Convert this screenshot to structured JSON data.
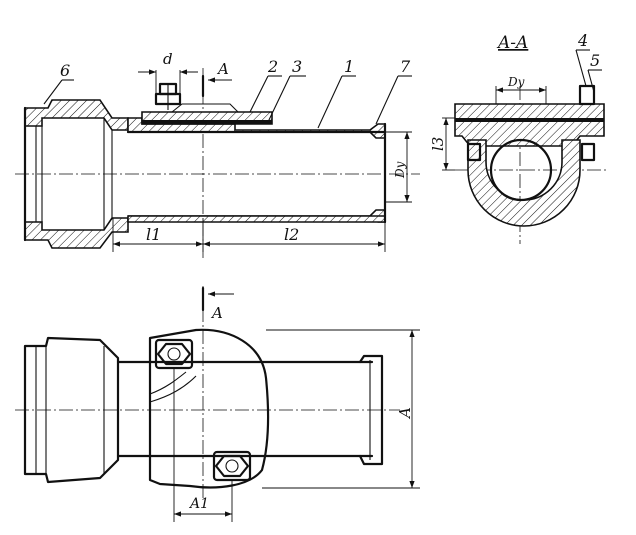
{
  "labels": {
    "section_title": "A-A",
    "section_mark": "A",
    "dim_d": "d",
    "dim_dy": "Dy",
    "dim_l1": "l1",
    "dim_l2": "l2",
    "dim_l3": "l3",
    "dim_A": "A",
    "dim_A1": "A1",
    "part_1": "1",
    "part_2": "2",
    "part_3": "3",
    "part_4": "4",
    "part_5": "5",
    "part_6": "6",
    "part_7": "7"
  }
}
